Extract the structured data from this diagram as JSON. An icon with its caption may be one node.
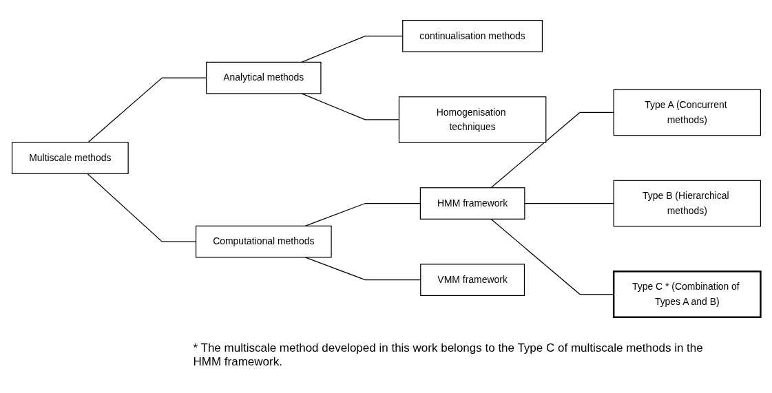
{
  "diagram": {
    "caption": "* The multiscale method developed in this work belongs to the Type C of multiscale methods in the HMM framework.",
    "nodes": [
      {
        "text": [
          "Multiscale methods"
        ]
      },
      {
        "text": [
          "Analytical methods"
        ]
      },
      {
        "text": [
          "continualisation methods"
        ]
      },
      {
        "text": [
          "Homogenisation techniques"
        ]
      },
      {
        "text": [
          "Computational methods"
        ]
      },
      {
        "text": [
          "HMM framework"
        ]
      },
      {
        "text": [
          "VMM framework"
        ]
      },
      {
        "text": [
          "Type A (Concurrent methods)"
        ]
      },
      {
        "text": [
          "Type B (Hierarchical methods)"
        ]
      },
      {
        "text": [
          "Type C * (Combination of Types A and B)"
        ]
      }
    ],
    "edges": [
      {
        "from": 0,
        "to": 1,
        "arrow": "none"
      },
      {
        "from": 0,
        "to": 4,
        "arrow": "none"
      },
      {
        "from": 1,
        "to": 2,
        "arrow": "none"
      },
      {
        "from": 1,
        "to": 3,
        "arrow": "none"
      },
      {
        "from": 4,
        "to": 5,
        "arrow": "none"
      },
      {
        "from": 4,
        "to": 6,
        "arrow": "none"
      },
      {
        "from": 5,
        "to": 7,
        "arrow": "none"
      },
      {
        "from": 5,
        "to": 8,
        "arrow": "none"
      },
      {
        "from": 5,
        "to": 9,
        "arrow": "none"
      }
    ]
  }
}
